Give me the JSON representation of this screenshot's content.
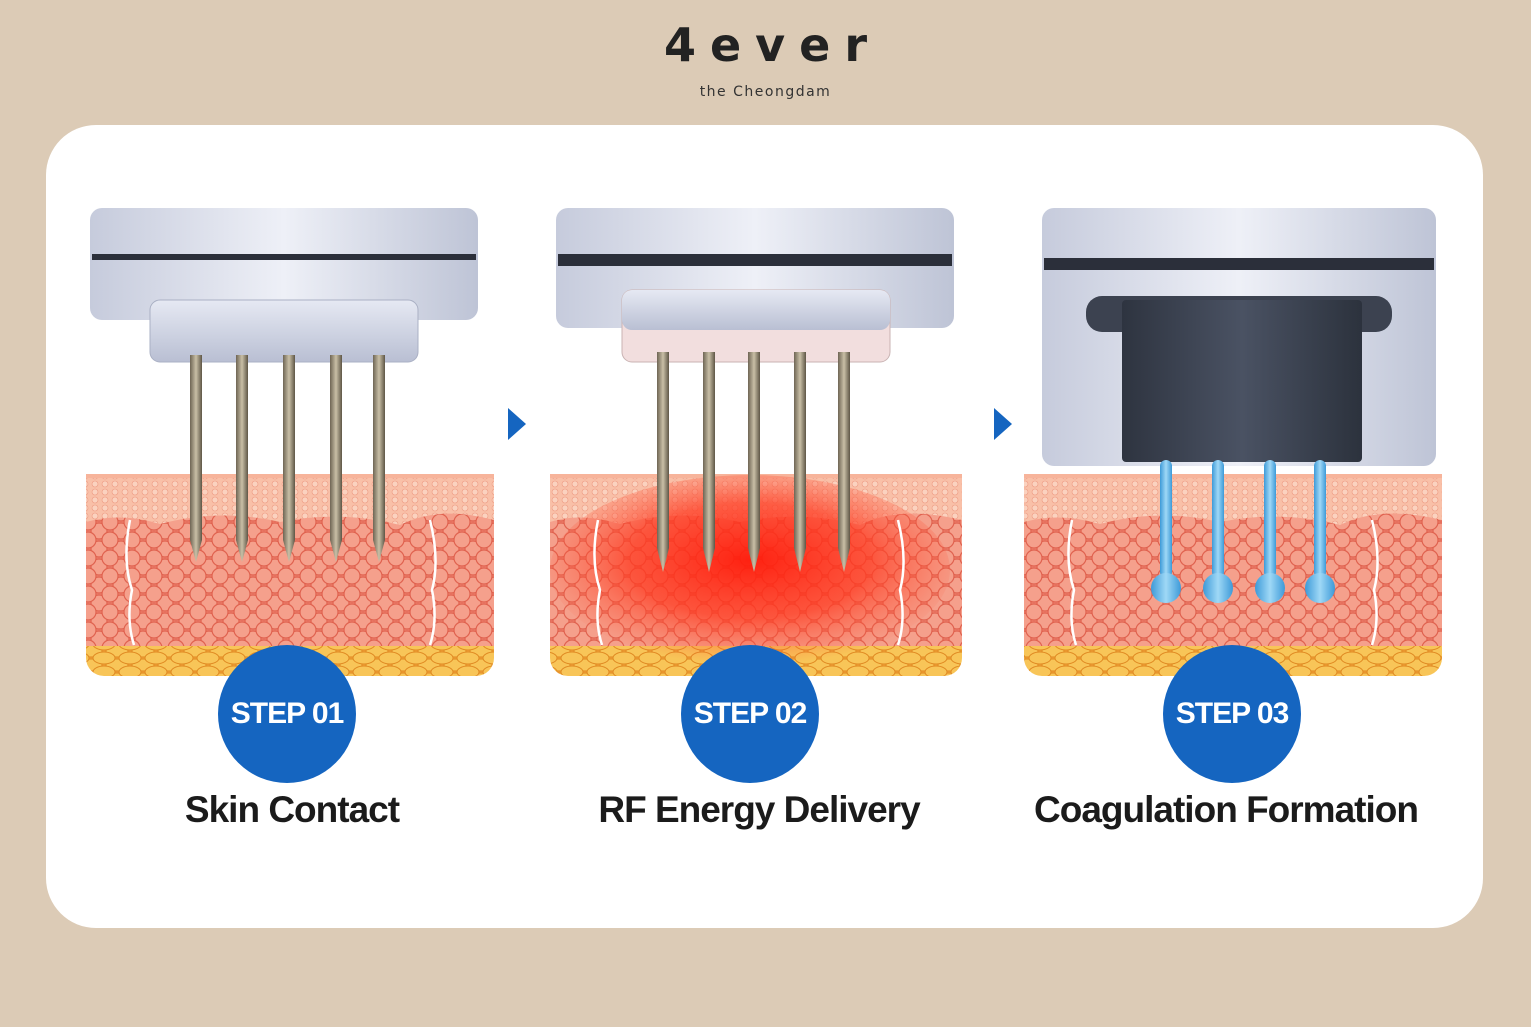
{
  "brand": {
    "name": "4ever",
    "tagline": "the Cheongdam"
  },
  "colors": {
    "background": "#dccbb6",
    "badge": "#1565c0",
    "arrow": "#1565c0",
    "skin": "#f07c6a",
    "heat": "#ff2a1a",
    "fat": "#f6b545",
    "coagulation": "#4aa8e0"
  },
  "steps": [
    {
      "badge": "STEP 01",
      "title": "Skin Contact",
      "illustration": "needle-applicator-skin-contact"
    },
    {
      "badge": "STEP 02",
      "title": "RF Energy Delivery",
      "illustration": "needle-applicator-rf-heat"
    },
    {
      "badge": "STEP 03",
      "title": "Coagulation Formation",
      "illustration": "applicator-coagulation-points"
    }
  ],
  "arrows": [
    {
      "icon": "arrow-right-icon"
    },
    {
      "icon": "arrow-right-icon"
    }
  ]
}
